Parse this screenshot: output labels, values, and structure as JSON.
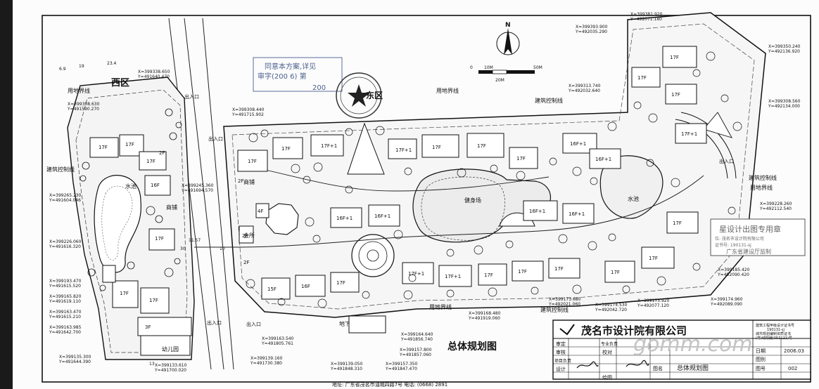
{
  "drawing": {
    "title": "总体规划图",
    "north_label": "N",
    "scale": {
      "start": "0",
      "tick1": "10M",
      "end": "50M",
      "bottom": "20M"
    },
    "zones": {
      "west": "西区",
      "east": "东区"
    },
    "stamps": {
      "approval_top": "同意本方案,详见",
      "approval_doc": "审字(200 6) 第",
      "approval_year": "200",
      "right_stamp_title": "星设计出图专用章",
      "right_stamp_line1": "位: 茂名市设计院有限公司",
      "right_stamp_line2": "证书号: 190131-sj",
      "right_stamp_line3": "广东省建设厅监制"
    },
    "labels": {
      "land_boundary": "用地界线",
      "building_control": "建筑控制线",
      "entrance": "出入口",
      "shops": "商铺",
      "kindergarten": "幼儿园",
      "clubhouse": "会所",
      "water": "水池",
      "gym": "健身场",
      "plaza": "地下车库入口"
    },
    "buildings": [
      "17F",
      "17F",
      "17F",
      "16F",
      "17F",
      "17F",
      "17F",
      "17F",
      "17F",
      "16F+1",
      "16F+1",
      "16F+1",
      "16F+1",
      "16F+1",
      "16F+1",
      "17F+1",
      "17F+1",
      "17F+1",
      "17F",
      "17F",
      "17F",
      "2F",
      "2F",
      "2F",
      "3F",
      "2F",
      "4F",
      "15F",
      "16F",
      "17F",
      "17F",
      "17F",
      "17F",
      "17F",
      "17F",
      "17F+1",
      "17F+1",
      "17F",
      "17F",
      "17F",
      "17F",
      "17F"
    ],
    "coords": {
      "c01": "X=399338.650\nY=491640.470",
      "c02": "X=399308.630\nY=491590.270",
      "c03": "X=399308.440\nY=491715.902",
      "c04": "X=399265.230\nY=491604.046",
      "c05": "X=399245.360\nY=491694.570",
      "c06": "X=399226.060\nY=491616.320",
      "c07": "X=399193.470\nY=491615.520",
      "c08": "X=399165.820\nY=491619.110",
      "c09": "X=399163.470\nY=491615.210",
      "c10": "X=399163.985\nY=491642.700",
      "c11": "X=399135.300\nY=491644.390",
      "c12": "X=399133.610\nY=491700.020",
      "c13": "X=399139.160\nY=491730.380",
      "c14": "X=399163.540\nY=491805.761",
      "c15": "X=399139.050\nY=491848.310",
      "c16": "X=399157.350\nY=491847.470",
      "c17": "X=399157.800\nY=491857.060",
      "c18": "X=399164.640\nY=491856.740",
      "c19": "X=399168.480\nY=491919.060",
      "c20": "X=399173.680\nY=492021.060",
      "c21": "X=399174.530\nY=492042.720",
      "c22": "X=399175.920\nY=492077.120",
      "c23": "X=399174.960\nY=492089.090",
      "c24": "X=399185.420\nY=492090.420",
      "c25": "X=399228.260\nY=492112.540",
      "c26": "X=399308.560\nY=492134.000",
      "c27": "X=399350.240\nY=492136.920",
      "c28": "X=399381.920\nY=492071.180",
      "c29": "X=399393.900\nY=492035.290",
      "c30": "X=399313.740\nY=492032.640"
    },
    "dims": [
      "6.9",
      "19",
      "23.4",
      "11.57",
      "10",
      "30",
      "13"
    ]
  },
  "title_block": {
    "company": "茂名市设计院有限公司",
    "company_sub_1": "建筑工程甲级设计证书号",
    "company_sub_2": "190131-sj",
    "company_sub_3": "城市规划编制资质证书",
    "company_sub_4": "(粤)城规编(053121)号",
    "row_labels": [
      "审定",
      "审核",
      "项目负责",
      "设计",
      "专业负责",
      "绘图",
      "校对",
      "图名"
    ],
    "drawing_name": "总体规划图",
    "date_label": "日期",
    "date_value": "2006.03",
    "sheet_label": "图别",
    "sheet_no_label": "图号",
    "sheet_no_value": "002",
    "watermark": "gomm.com",
    "footer_note": "地址: 广东省茂名市油城四路7号 电话: (0668) 2891"
  }
}
